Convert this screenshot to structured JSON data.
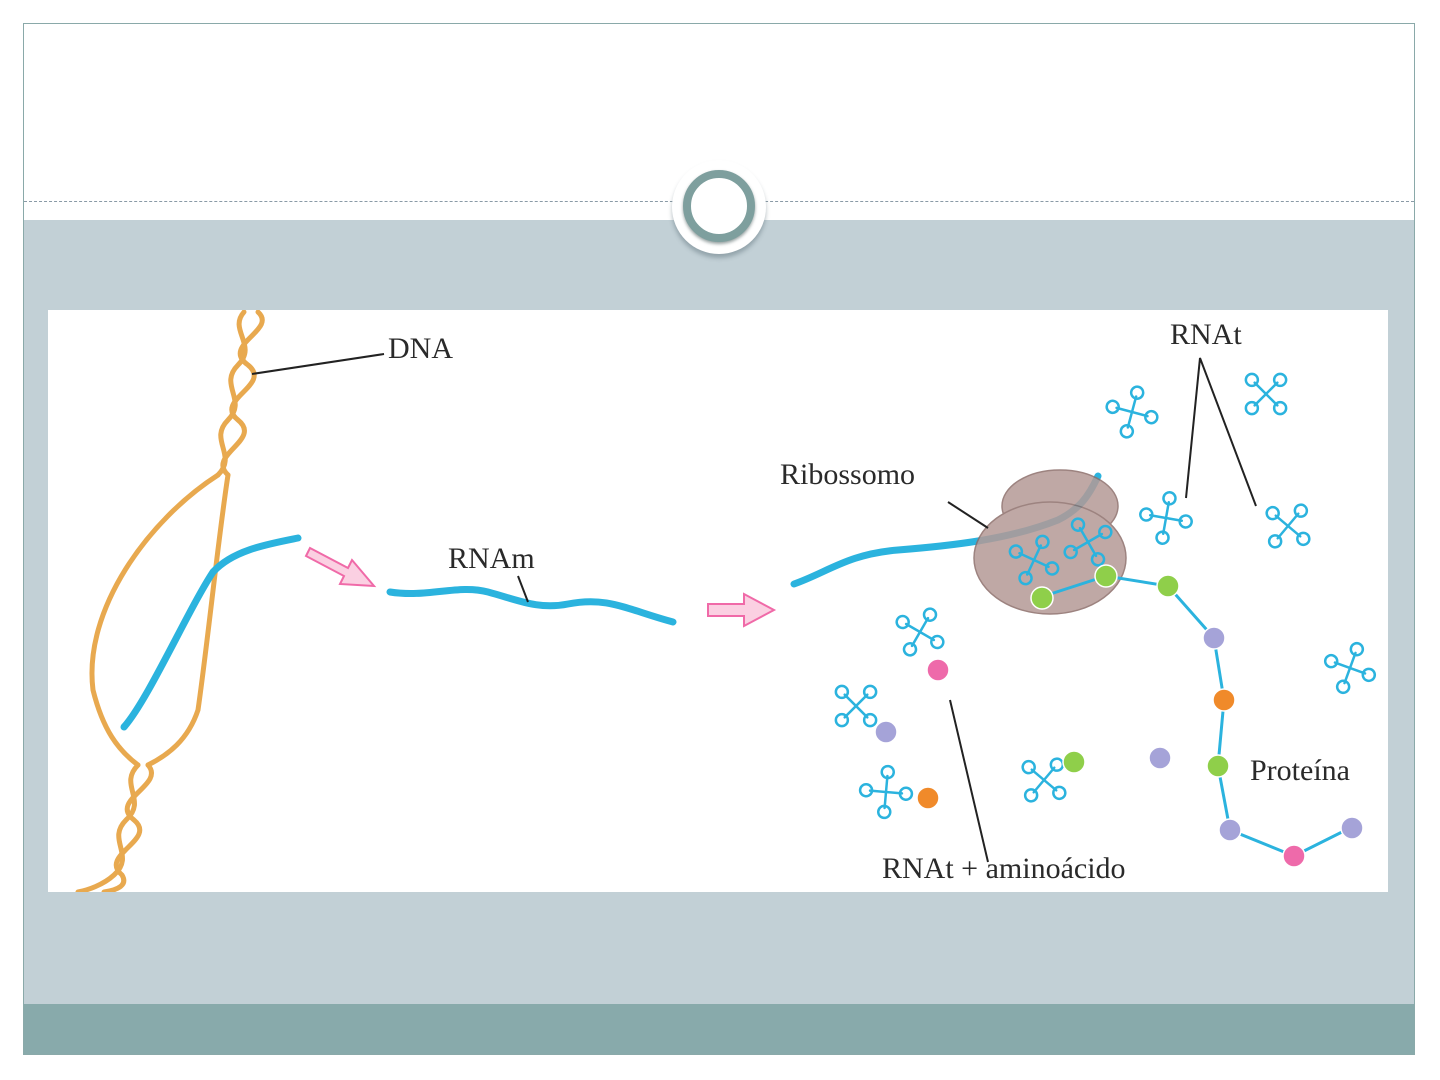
{
  "colors": {
    "slide_body": "#c2d0d6",
    "footer": "#88aaab",
    "divider": "#8a9aa6",
    "ornament_ring": "#7e9f9e",
    "dna": "#e8a94f",
    "mrna": "#2bb3de",
    "arrow": "#f06aa8",
    "ribosome": "#b59a96",
    "trna": "#2bb3de"
  },
  "diagram": {
    "labels": {
      "dna": "DNA",
      "mrna": "RNAm",
      "ribosome": "Ribossomo",
      "trna": "RNAt",
      "protein": "Proteína",
      "trna_amino": "RNAt + aminoácido"
    }
  }
}
